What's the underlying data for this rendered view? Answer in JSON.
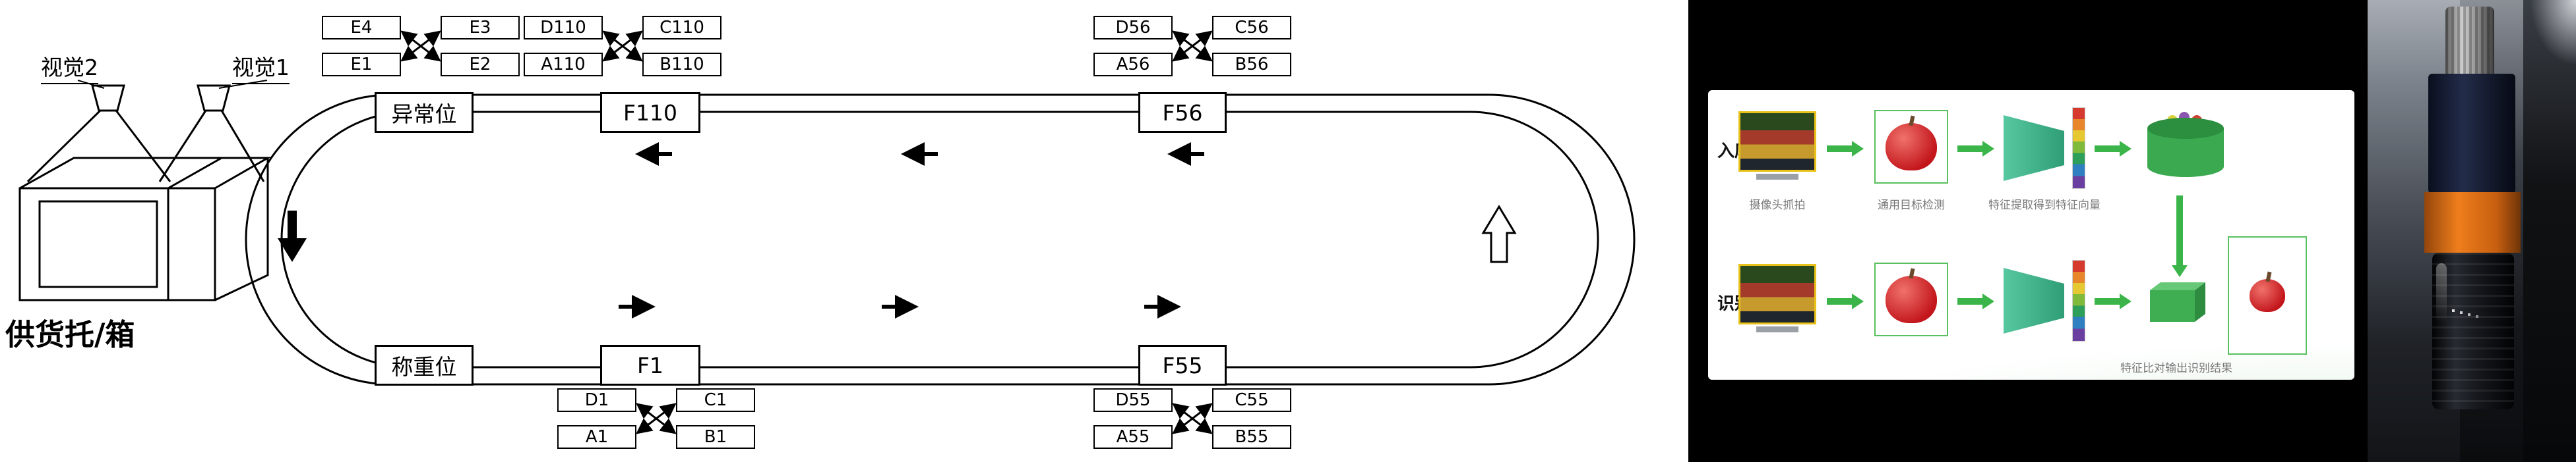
{
  "diagram": {
    "vision2_label": "视觉2",
    "vision1_label": "视觉1",
    "supply_label": "供货托/箱",
    "stations": {
      "abnormal": "异常位",
      "f110": "F110",
      "f56": "F56",
      "weighing": "称重位",
      "f1": "F1",
      "f55": "F55"
    },
    "clusters": {
      "e": {
        "tl": "E4",
        "tr": "E3",
        "bl": "E1",
        "br": "E2"
      },
      "c110": {
        "tl": "D110",
        "tr": "C110",
        "bl": "A110",
        "br": "B110"
      },
      "c56": {
        "tl": "D56",
        "tr": "C56",
        "bl": "A56",
        "br": "B56"
      },
      "c1": {
        "tl": "D1",
        "tr": "C1",
        "bl": "A1",
        "br": "B1"
      },
      "c55": {
        "tl": "D55",
        "tr": "C55",
        "bl": "A55",
        "br": "B55"
      }
    }
  },
  "slide": {
    "colors": {
      "accent_green": "#3bb54a",
      "monitor_border_yellow": "#e8c21a",
      "detect_box_green": "#58c05c"
    },
    "row_enroll": {
      "label": "入库",
      "captions": {
        "capture": "摄像头抓拍",
        "detect": "通用目标检测",
        "extract": "特征提取得到特征向量"
      }
    },
    "row_recognize": {
      "label": "识别",
      "caption_compare": "特征比对输出识别结果"
    }
  }
}
